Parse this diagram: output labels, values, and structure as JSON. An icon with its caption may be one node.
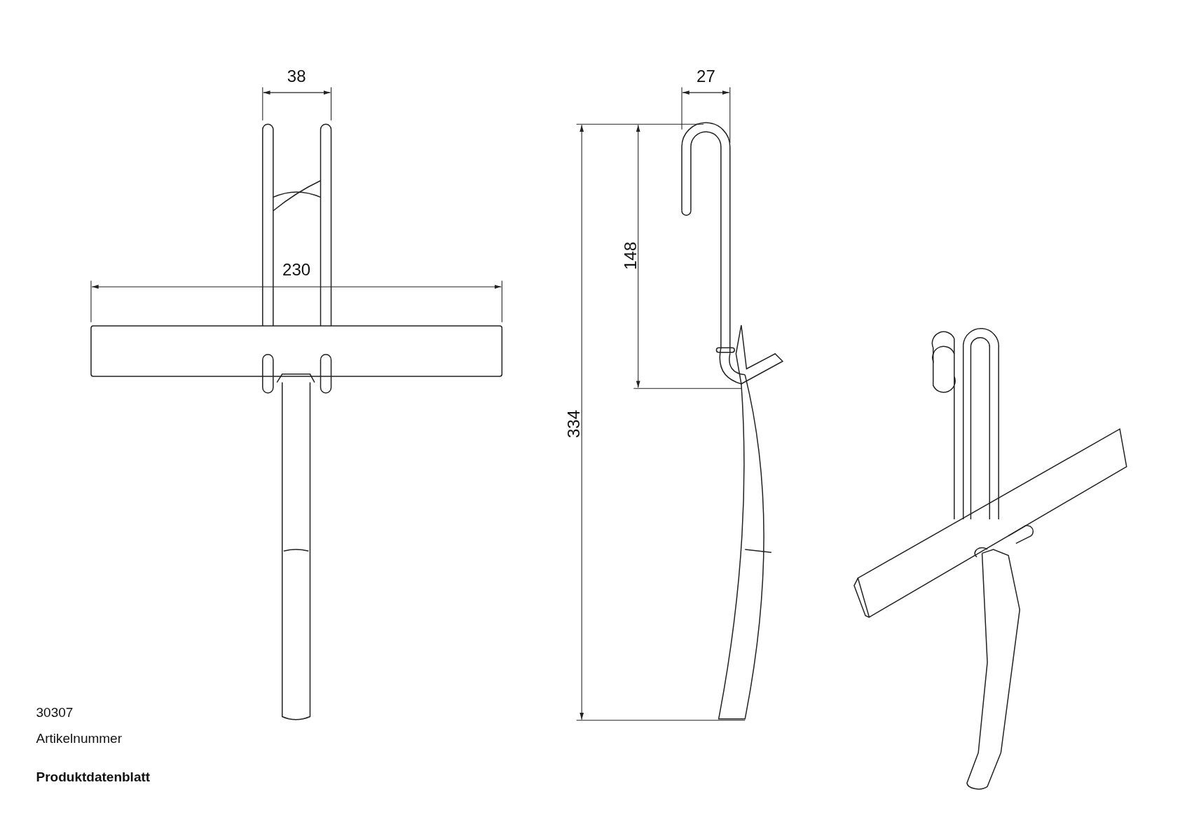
{
  "diagram": {
    "labels": [
      "38",
      "230",
      "27",
      "148",
      "334",
      "30307",
      "Artikelnummer",
      "Produktdatenblatt"
    ]
  }
}
